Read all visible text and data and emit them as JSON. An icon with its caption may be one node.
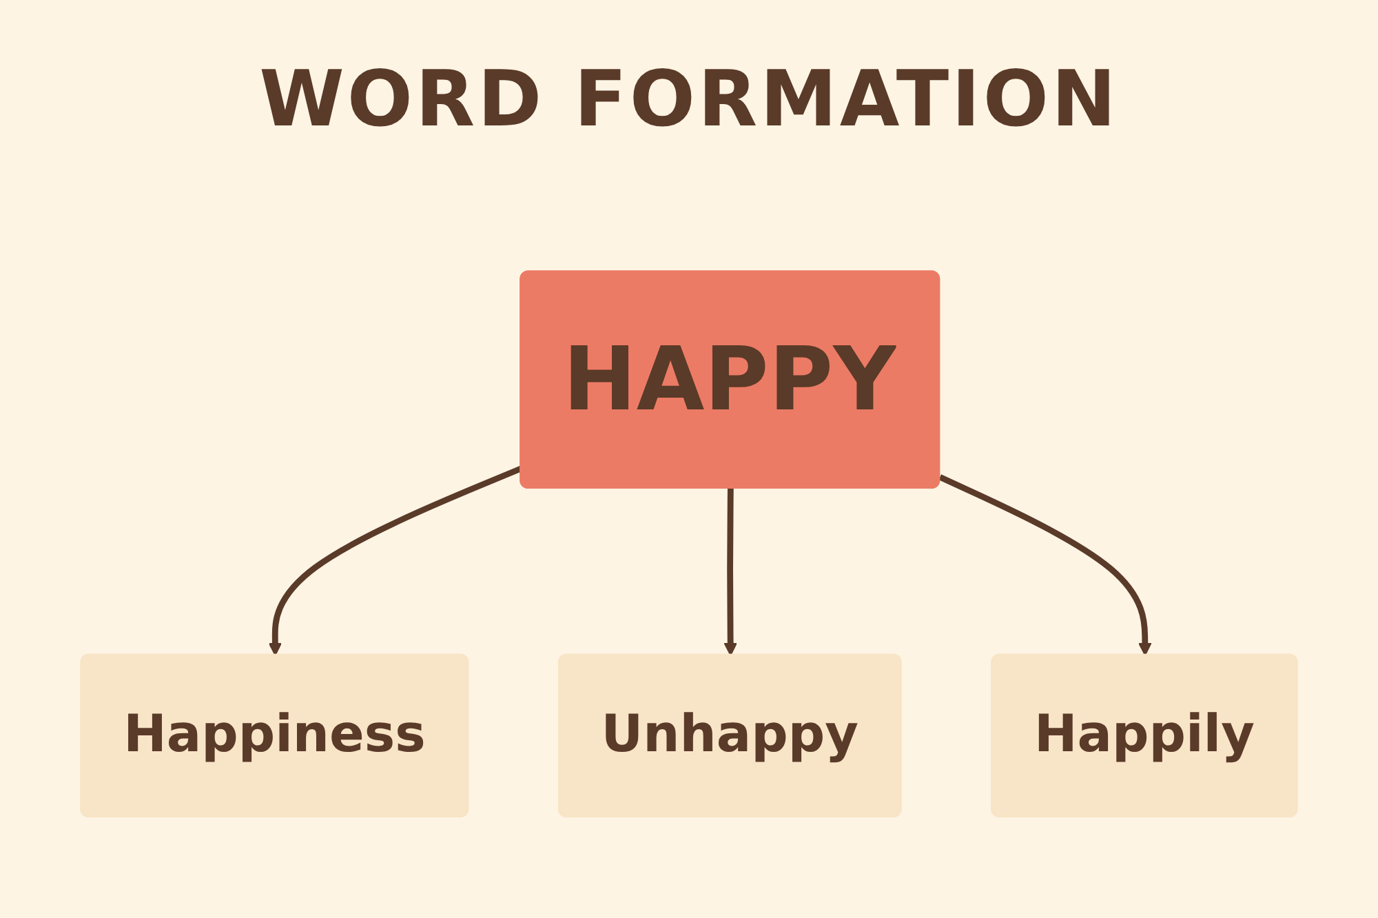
{
  "diagram": {
    "title": "WORD FORMATION",
    "nodes": [
      {
        "text": [
          "HAPPY"
        ]
      },
      {
        "text": [
          "Happiness"
        ]
      },
      {
        "text": [
          "Unhappy"
        ]
      },
      {
        "text": [
          "Happily"
        ]
      }
    ],
    "edges": [
      {
        "from": 0,
        "to": 1,
        "arrow": "to"
      },
      {
        "from": 0,
        "to": 2,
        "arrow": "to"
      },
      {
        "from": 0,
        "to": 3,
        "arrow": "to"
      }
    ]
  }
}
